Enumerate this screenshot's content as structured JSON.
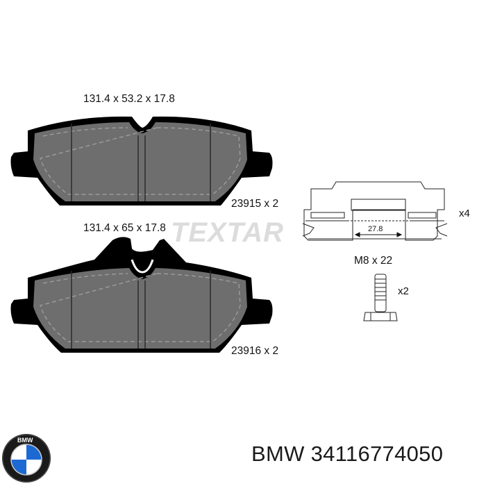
{
  "pad_top": {
    "dimensions": "131.4 x 53.2 x 17.8",
    "part_label": "23915 x 2"
  },
  "pad_bottom": {
    "dimensions": "131.4 x 65 x 17.8",
    "part_label": "23916 x 2"
  },
  "watermark": "TEXTAR",
  "spring_clip": {
    "dimension": "27.8",
    "quantity": "x4"
  },
  "bolt": {
    "size": "M8 x 22",
    "quantity": "x2"
  },
  "footer": {
    "brand": "BMW",
    "part_number": "34116774050"
  },
  "logo": {
    "text": "BMW"
  },
  "colors": {
    "pad_fill": "#6e6e6e",
    "outline": "#000000",
    "bmw_blue": "#1c69d4"
  }
}
